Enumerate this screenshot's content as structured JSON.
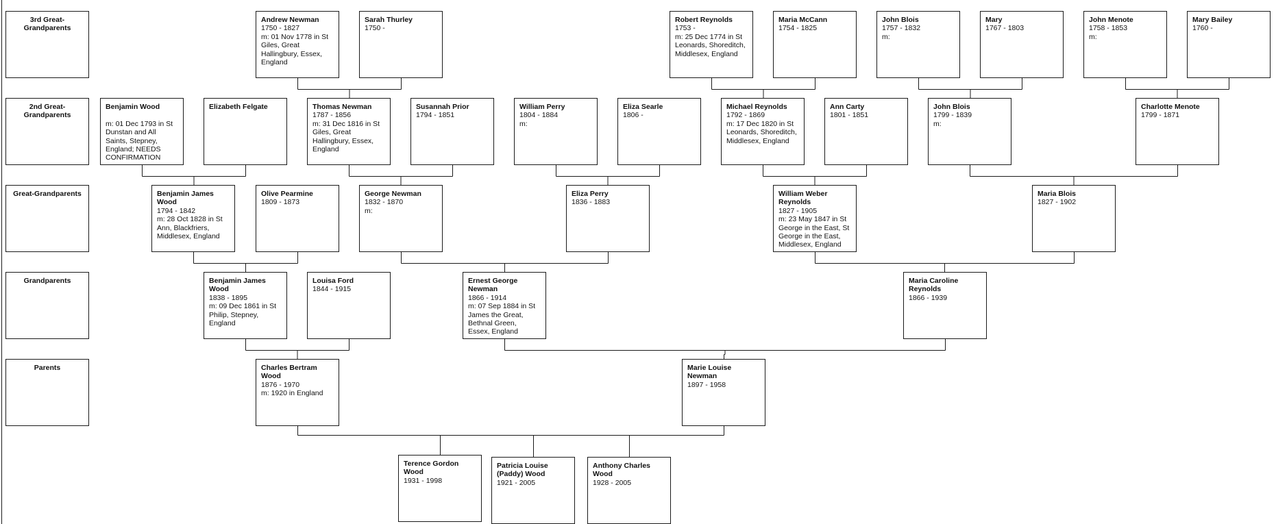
{
  "generations": {
    "g3": "3rd Great-Grandparents",
    "g2": "2nd Great-Grandparents",
    "g1": "Great-Grandparents",
    "gp": "Grandparents",
    "p": "Parents"
  },
  "people": {
    "andrew_newman": {
      "name": "Andrew Newman",
      "lines": [
        "1750 - 1827",
        "m: 01 Nov 1778 in St",
        "Giles, Great",
        "Hallingbury, Essex,",
        "England"
      ]
    },
    "sarah_thurley": {
      "name": "Sarah Thurley",
      "lines": [
        "1750 -"
      ]
    },
    "robert_reynolds": {
      "name": "Robert Reynolds",
      "lines": [
        "1753 -",
        "m: 25 Dec 1774 in St",
        "Leonards, Shoreditch,",
        "Middlesex, England"
      ]
    },
    "maria_mccann": {
      "name": "Maria McCann",
      "lines": [
        "1754 - 1825"
      ]
    },
    "john_blois_1757": {
      "name": "John Blois",
      "lines": [
        "1757 - 1832",
        "m:"
      ]
    },
    "mary": {
      "name": "Mary",
      "lines": [
        "1767 - 1803"
      ]
    },
    "john_menote": {
      "name": "John Menote",
      "lines": [
        "1758 - 1853",
        "m:"
      ]
    },
    "mary_bailey": {
      "name": "Mary Bailey",
      "lines": [
        "1760 -"
      ]
    },
    "benjamin_wood": {
      "name": "Benjamin Wood",
      "lines": [
        "",
        "m: 01 Dec 1793 in St",
        "Dunstan and All",
        "Saints, Stepney,",
        "England; NEEDS",
        "CONFIRMATION"
      ]
    },
    "elizabeth_felgate": {
      "name": "Elizabeth Felgate",
      "lines": []
    },
    "thomas_newman": {
      "name": "Thomas Newman",
      "lines": [
        "1787 - 1856",
        "m: 31 Dec 1816 in St",
        "Giles, Great",
        "Hallingbury, Essex,",
        "England"
      ]
    },
    "susannah_prior": {
      "name": "Susannah Prior",
      "lines": [
        "1794 - 1851"
      ]
    },
    "william_perry": {
      "name": "William Perry",
      "lines": [
        "1804 - 1884",
        "m:"
      ]
    },
    "eliza_searle": {
      "name": "Eliza Searle",
      "lines": [
        "1806 -"
      ]
    },
    "michael_reynolds": {
      "name": "Michael Reynolds",
      "lines": [
        "1792 - 1869",
        "m: 17 Dec 1820 in St",
        "Leonards, Shoreditch,",
        "Middlesex, England"
      ]
    },
    "ann_carty": {
      "name": "Ann Carty",
      "lines": [
        "1801 - 1851"
      ]
    },
    "john_blois_1799": {
      "name": "John Blois",
      "lines": [
        "1799 - 1839",
        "m:"
      ]
    },
    "charlotte_menote": {
      "name": "Charlotte Menote",
      "lines": [
        "1799 - 1871"
      ]
    },
    "benjamin_james_wood_1794": {
      "name": "Benjamin James Wood",
      "lines": [
        "1794 - 1842",
        "m: 28 Oct 1828 in St",
        "Ann, Blackfriers,",
        "Middlesex, England"
      ]
    },
    "olive_pearmine": {
      "name": "Olive Pearmine",
      "lines": [
        "1809 - 1873"
      ]
    },
    "george_newman": {
      "name": "George Newman",
      "lines": [
        "1832 - 1870",
        "m:"
      ]
    },
    "eliza_perry": {
      "name": "Eliza Perry",
      "lines": [
        "1836 - 1883"
      ]
    },
    "william_weber_reynolds": {
      "name": "William Weber Reynolds",
      "lines": [
        "1827 - 1905",
        "m: 23 May 1847 in St",
        "George in the East, St",
        "George in the East,",
        "Middlesex, England"
      ]
    },
    "maria_blois": {
      "name": "Maria Blois",
      "lines": [
        "1827 - 1902"
      ]
    },
    "benjamin_james_wood_1838": {
      "name": "Benjamin James Wood",
      "lines": [
        "1838 - 1895",
        "m: 09 Dec 1861 in St",
        "Philip, Stepney,",
        "England"
      ]
    },
    "louisa_ford": {
      "name": "Louisa Ford",
      "lines": [
        "1844 - 1915"
      ]
    },
    "ernest_george_newman": {
      "name": "Ernest George Newman",
      "lines": [
        "1866 - 1914",
        "m: 07 Sep 1884 in St",
        "James the Great,",
        "Bethnal Green,",
        "Essex, England"
      ]
    },
    "maria_caroline_reynolds": {
      "name": "Maria Caroline Reynolds",
      "lines": [
        "1866 - 1939"
      ]
    },
    "charles_bertram_wood": {
      "name": "Charles Bertram Wood",
      "lines": [
        "1876 - 1970",
        "m: 1920 in England"
      ]
    },
    "marie_louise_newman": {
      "name": "Marie Louise Newman",
      "lines": [
        "1897 - 1958"
      ]
    },
    "terence_gordon_wood": {
      "name": "Terence Gordon Wood",
      "lines": [
        "1931 - 1998"
      ]
    },
    "patricia_louise_wood": {
      "name": "Patricia Louise (Paddy) Wood",
      "lines": [
        "1921 - 2005"
      ]
    },
    "anthony_charles_wood": {
      "name": "Anthony Charles Wood",
      "lines": [
        "1928 - 2005"
      ]
    }
  }
}
